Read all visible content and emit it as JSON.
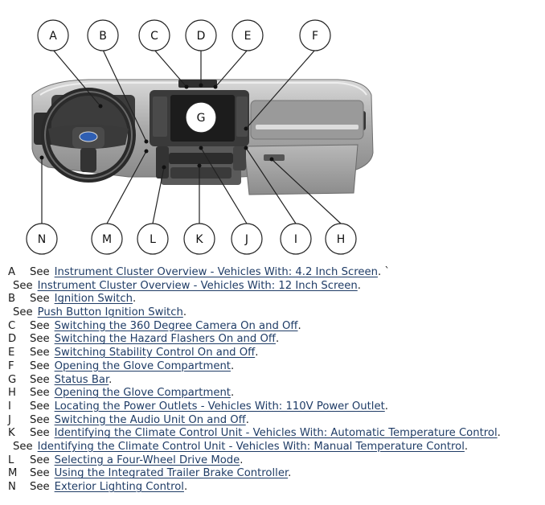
{
  "figure": {
    "callouts_top": [
      "A",
      "B",
      "C",
      "D",
      "E",
      "F"
    ],
    "callouts_bottom": [
      "N",
      "M",
      "L",
      "K",
      "J",
      "I",
      "H"
    ],
    "center_label": "G"
  },
  "see_word": "See",
  "legend": [
    {
      "key": "A",
      "link": "Instrument Cluster Overview - Vehicles With: 4.2 Inch Screen",
      "suffix": ". `"
    },
    {
      "key": "",
      "link": "Instrument Cluster Overview - Vehicles With: 12 Inch Screen",
      "suffix": "."
    },
    {
      "key": "B",
      "link": "Ignition Switch",
      "suffix": "."
    },
    {
      "key": "",
      "link": "Push Button Ignition Switch",
      "suffix": "."
    },
    {
      "key": "C",
      "link": "Switching the 360 Degree Camera On and Off",
      "suffix": "."
    },
    {
      "key": "D",
      "link": "Switching the Hazard Flashers On and Off",
      "suffix": "."
    },
    {
      "key": "E",
      "link": "Switching Stability Control On and Off",
      "suffix": "."
    },
    {
      "key": "F",
      "link": "Opening the Glove Compartment",
      "suffix": "."
    },
    {
      "key": "G",
      "link": "Status Bar",
      "suffix": "."
    },
    {
      "key": "H",
      "link": "Opening the Glove Compartment",
      "suffix": "."
    },
    {
      "key": "I",
      "link": "Locating the Power Outlets - Vehicles With: 110V Power Outlet",
      "suffix": "."
    },
    {
      "key": "J",
      "link": "Switching the Audio Unit On and Off",
      "suffix": "."
    },
    {
      "key": "K",
      "link": "Identifying the Climate Control Unit - Vehicles With: Automatic Temperature Control",
      "suffix": "."
    },
    {
      "key": "",
      "link": "Identifying the Climate Control Unit - Vehicles With: Manual Temperature Control",
      "suffix": "."
    },
    {
      "key": "L",
      "link": "Selecting a Four-Wheel Drive Mode",
      "suffix": "."
    },
    {
      "key": "M",
      "link": "Using the Integrated Trailer Brake Controller",
      "suffix": "."
    },
    {
      "key": "N",
      "link": "Exterior Lighting Control",
      "suffix": "."
    }
  ]
}
